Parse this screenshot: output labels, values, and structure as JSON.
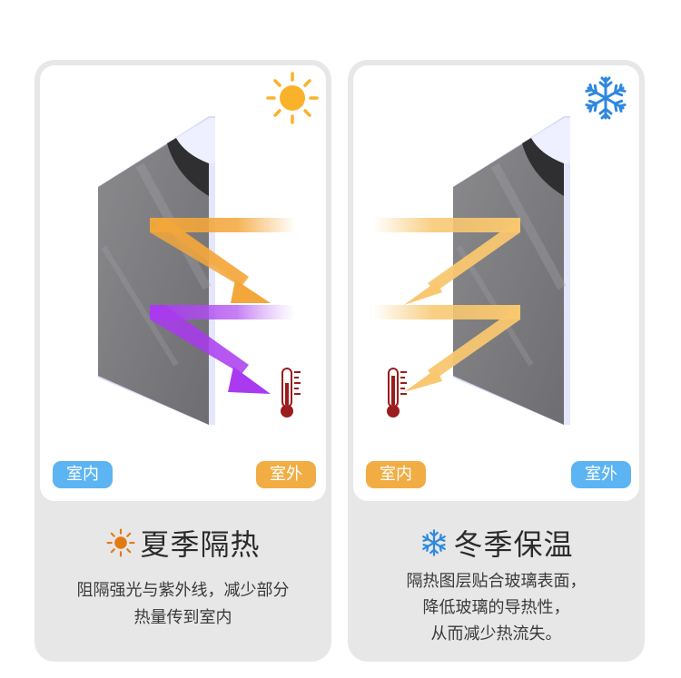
{
  "summer": {
    "indoor_label": "室内",
    "outdoor_label": "室外",
    "title": "夏季隔热",
    "desc_lines": [
      "阻隔强光与紫外线，减少部分",
      "热量传到室内"
    ]
  },
  "winter": {
    "indoor_label": "室内",
    "outdoor_label": "室外",
    "title": "冬季保温",
    "desc_lines": [
      "隔热图层贴合玻璃表面，",
      "降低玻璃的导热性，",
      "从而减少热流失。"
    ]
  },
  "colors": {
    "heat_arrow": "#f3a73b",
    "uv_arrow": "#a93af0",
    "winter_arrow": "#f8c770",
    "indoor_badge_blue": "#5cb4f2",
    "outdoor_badge_orange": "#f1ad43",
    "sun": "#fbb22b",
    "snowflake": "#2e88e0",
    "thermometer": "#9b1c1c"
  },
  "icons": [
    "sun-icon",
    "snowflake-icon",
    "thermometer-icon"
  ]
}
